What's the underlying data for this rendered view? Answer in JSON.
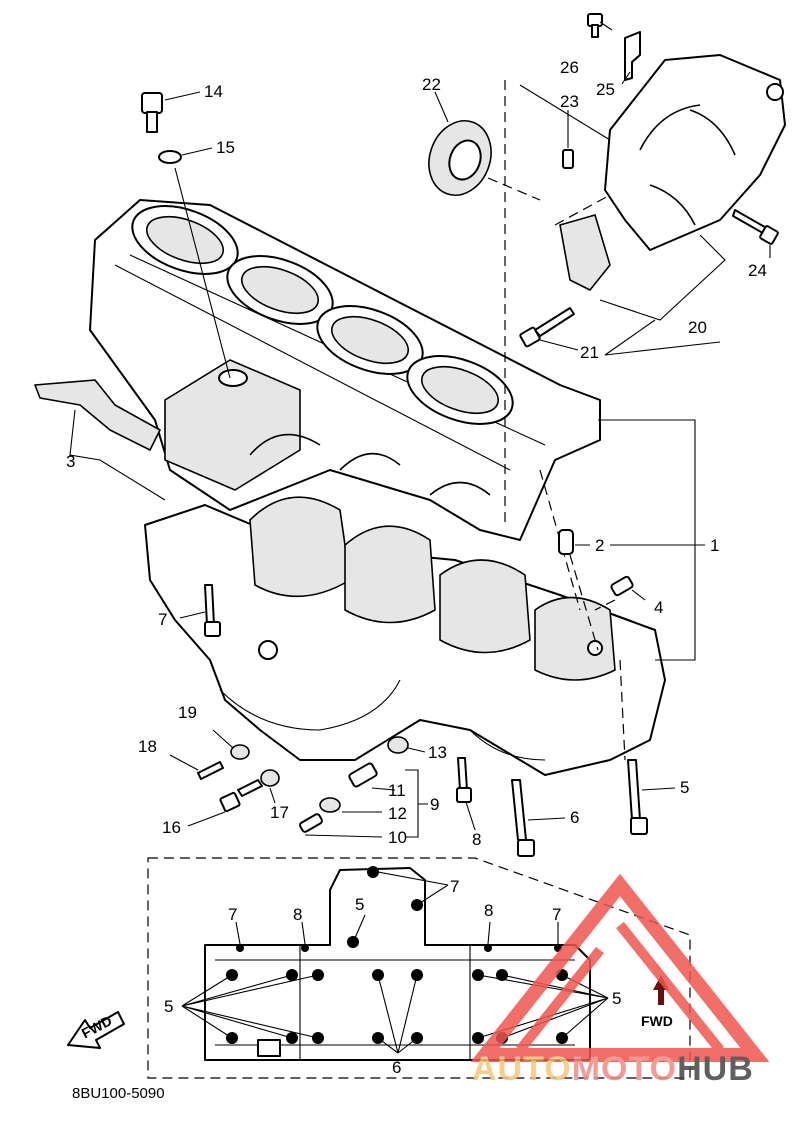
{
  "diagram": {
    "code": "8BU100-5090",
    "callouts": {
      "p1": "1",
      "p2": "2",
      "p3": "3",
      "p4": "4",
      "p5": "5",
      "p6": "6",
      "p7": "7",
      "p8": "8",
      "p9": "9",
      "p10": "10",
      "p11": "11",
      "p12": "12",
      "p13": "13",
      "p14": "14",
      "p15": "15",
      "p16": "16",
      "p17": "17",
      "p18": "18",
      "p19": "19",
      "p20": "20",
      "p21": "21",
      "p22": "22",
      "p23": "23",
      "p24": "24",
      "p25": "25",
      "p26": "26"
    },
    "fwd_left": "FWD",
    "fwd_right": "FWD"
  },
  "watermark": {
    "part_a": "AUTO",
    "part_b": "MOTO",
    "part_c": "HUB",
    "colors": {
      "triangle": "#f0554f",
      "auto": "#f6c67a",
      "moto": "#f08a86",
      "hub": "#444444"
    }
  }
}
